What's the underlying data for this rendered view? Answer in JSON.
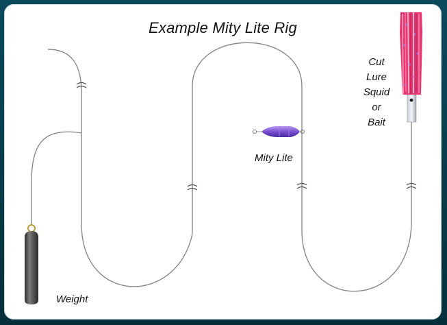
{
  "title": "Example Mity Lite Rig",
  "labels": {
    "weight": "Weight",
    "mity_lite": "Mity Lite",
    "lure": [
      "Cut",
      "Lure",
      "Squid",
      "or Bait"
    ]
  },
  "colors": {
    "border": "#0a4a5c",
    "line": "#8a8a8a",
    "mity_lite": "#7a4fd0",
    "lure_skirt": "#e8356f",
    "weight": "#4a4a4a"
  },
  "icons": [
    "weight-sinker",
    "mity-lite-float",
    "squid-lure",
    "line-break-mark"
  ]
}
